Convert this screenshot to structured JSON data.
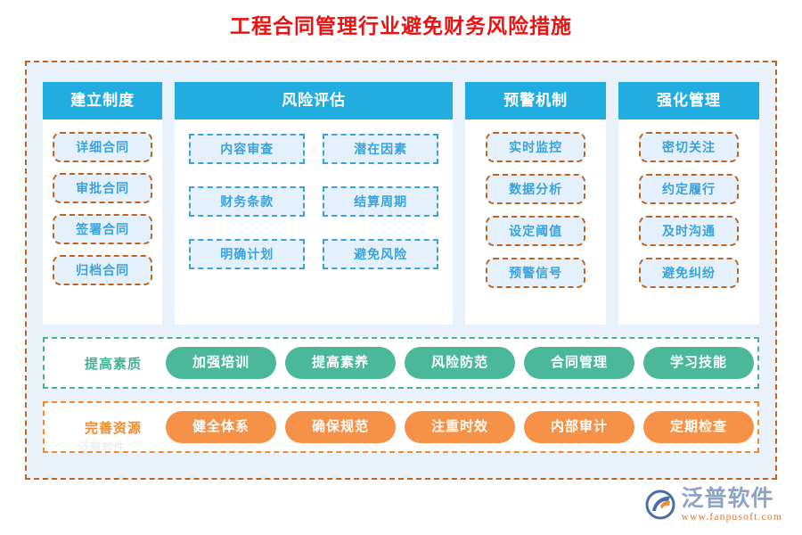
{
  "title": "工程合同管理行业避免财务风险措施",
  "colors": {
    "title": "#ee1111",
    "header_bg": "#22ade0",
    "frame_bg": "#e9f2fb",
    "frame_border": "#c0651f",
    "chip_bg": "#e4f1fc",
    "chip_text": "#3aa2dd",
    "chip_border_orange": "#c0651f",
    "chip_border_blue": "#3aa2dd",
    "green": "#4cb89a",
    "green_border": "#46b393",
    "orange": "#f59248",
    "orange_border": "#ef8b33"
  },
  "columns": [
    {
      "header": "建立制度",
      "layout": "single",
      "items": [
        "详细合同",
        "审批合同",
        "签署合同",
        "归档合同"
      ]
    },
    {
      "header": "风险评估",
      "layout": "grid",
      "items": [
        "内容审查",
        "潜在因素",
        "财务条款",
        "结算周期",
        "明确计划",
        "避免风险"
      ]
    },
    {
      "header": "预警机制",
      "layout": "single",
      "items": [
        "实时监控",
        "数据分析",
        "设定阈值",
        "预警信号"
      ]
    },
    {
      "header": "强化管理",
      "layout": "single",
      "items": [
        "密切关注",
        "约定履行",
        "及时沟通",
        "避免纠纷"
      ]
    }
  ],
  "bars": [
    {
      "label": "提高素质",
      "style": "green",
      "pills": [
        "加强培训",
        "提高素养",
        "风险防范",
        "合同管理",
        "学习技能"
      ]
    },
    {
      "label": "完善资源",
      "style": "orange",
      "pills": [
        "健全体系",
        "确保规范",
        "注重时效",
        "内部审计",
        "定期检查"
      ]
    }
  ],
  "logo": {
    "name": "泛普软件",
    "url": "www.fanpusoft.com"
  },
  "watermark": {
    "text": "泛普软件"
  }
}
